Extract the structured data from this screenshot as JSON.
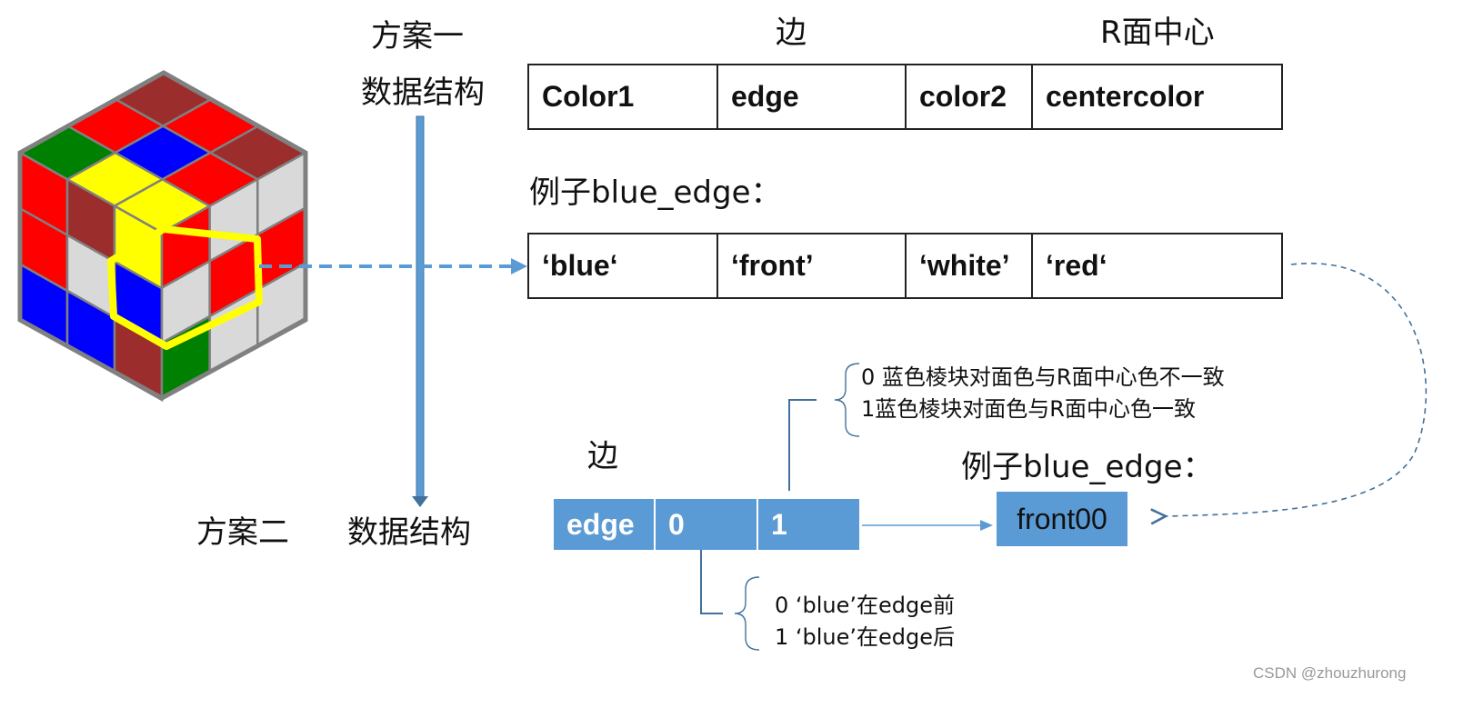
{
  "colors": {
    "accent": "#5b9bd5",
    "dashed_arrow": "#5b9bd5",
    "curve_arrow": "#41719c",
    "highlight": "#ffff00",
    "cube_red": "#ff0000",
    "cube_darkred": "#9b2d2d",
    "cube_green": "#008000",
    "cube_blue": "#0000ff",
    "cube_yellow": "#ffff00",
    "cube_white": "#d9d9d9",
    "cube_frame": "#808080"
  },
  "plan1": {
    "title": "方案一",
    "subtitle": "数据结构"
  },
  "plan2": {
    "title": "方案二",
    "subtitle": "数据结构"
  },
  "table1": {
    "headers": [
      "边",
      "R面中心"
    ],
    "cells": [
      "Color1",
      "edge",
      "color2",
      "centercolor"
    ]
  },
  "example1": {
    "label": "例子blue_edge："
  },
  "table2": {
    "cells": [
      "‘blue‘",
      "‘front’",
      "‘white’",
      "‘red‘"
    ]
  },
  "blue_table": {
    "header": "边",
    "cells": [
      "edge",
      "0",
      "1"
    ]
  },
  "note_top": {
    "line1": "0 蓝色棱块对面色与R面中心色不一致",
    "line2": "1蓝色棱块对面色与R面中心色一致"
  },
  "note_bottom": {
    "line1": "0 ‘blue’在edge前",
    "line2": "1 ‘blue’在edge后"
  },
  "example2": {
    "label": "例子blue_edge：",
    "value": "front00"
  },
  "watermark": "CSDN @zhouzhurong"
}
